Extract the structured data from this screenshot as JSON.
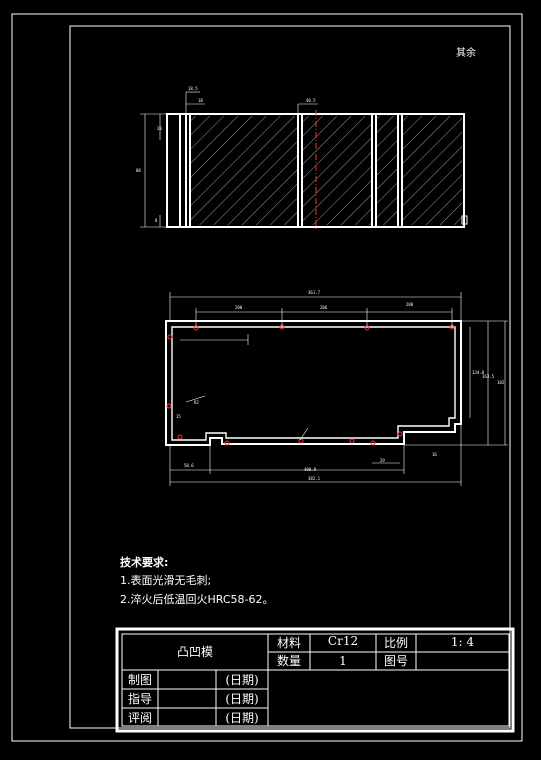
{
  "corner_label": "其余",
  "top_view_dims": {
    "d1": "18.5",
    "d2": "18",
    "d3": "40.5",
    "d4": "20",
    "d5": "88",
    "d6": "8"
  },
  "plan_view_dims": {
    "overall_width": "361.7",
    "seg_a": "200",
    "seg_b": "206",
    "seg_c": "200",
    "right_h1": "134.8",
    "right_h2": "163.5",
    "right_h3": "182",
    "left_h": "15",
    "diag": "R2",
    "bottom_left": "58.6",
    "bottom_mid": "400.9",
    "bottom_small": "29",
    "bottom_total": "382.1",
    "right_small": "16"
  },
  "tech_req": {
    "title": "技术要求:",
    "line1": "1.表面光滑无毛刺;",
    "line2": "2.淬火后低温回火HRC58-62。"
  },
  "title_block": {
    "part_name": "凸凹模",
    "material_label": "材料",
    "material_value": "Cr12",
    "scale_label": "比例",
    "scale_value": "1: 4",
    "qty_label": "数量",
    "qty_value": "1",
    "drawing_no_label": "图号",
    "drawn_label": "制图",
    "guided_label": "指导",
    "reviewed_label": "评阅",
    "date_label": "(日期)"
  }
}
